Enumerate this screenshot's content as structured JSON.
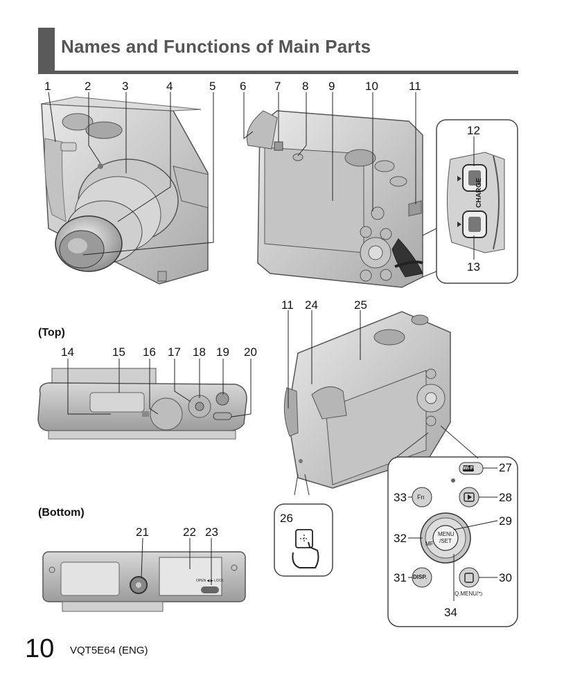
{
  "header": {
    "title": "Names and Functions of Main Parts"
  },
  "sections": {
    "top": "(Top)",
    "bottom": "(Bottom)"
  },
  "callouts": {
    "n1": "1",
    "n2": "2",
    "n3": "3",
    "n4": "4",
    "n5": "5",
    "n6": "6",
    "n7": "7",
    "n8": "8",
    "n9": "9",
    "n10": "10",
    "n11": "11",
    "n12": "12",
    "n13": "13",
    "n11b": "11",
    "n24": "24",
    "n25": "25",
    "n14": "14",
    "n15": "15",
    "n16": "16",
    "n17": "17",
    "n18": "18",
    "n19": "19",
    "n20": "20",
    "n21": "21",
    "n22": "22",
    "n23": "23",
    "n26": "26",
    "n27": "27",
    "n28": "28",
    "n29": "29",
    "n30": "30",
    "n31": "31",
    "n32": "32",
    "n33": "33",
    "n34": "34"
  },
  "port_label": "CHARGE",
  "button_labels": {
    "wifi": "Wi-Fi",
    "fn": "Fn",
    "menu_set_top": "MENU",
    "menu_set_bottom": "/SET",
    "disp": "DISP.",
    "mf": "MF",
    "qmenu": "Q.MENU/⮌"
  },
  "lock_label": "OPEN ◀ ▶ LOCK",
  "footer": {
    "page_number": "10",
    "code": "VQT5E64 (ENG)"
  }
}
